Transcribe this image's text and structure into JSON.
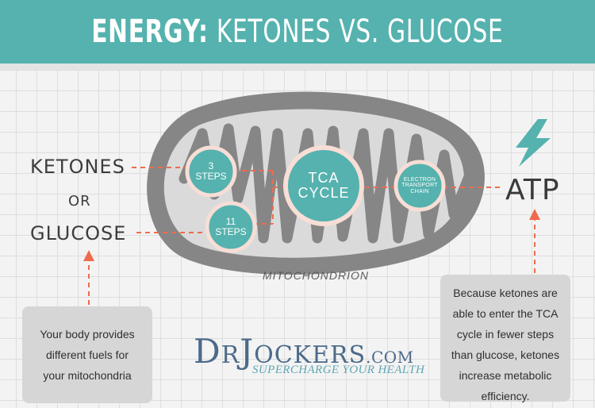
{
  "header": {
    "title_bold": "ENERGY:",
    "title_rest": "KETONES VS. GLUCOSE",
    "background_color": "#55b2ae"
  },
  "fuels": {
    "ketones": "KETONES",
    "or": "OR",
    "glucose": "GLUCOSE"
  },
  "mitochondrion": {
    "label": "MITOCHONDRION",
    "steps_3": [
      "3",
      "STEPS"
    ],
    "steps_11": [
      "11",
      "STEPS"
    ],
    "tca": [
      "TCA",
      "CYCLE"
    ],
    "etc": [
      "ELECTRON",
      "TRANSPORT",
      "CHAIN"
    ]
  },
  "output": {
    "atp": "ATP",
    "icon": "lightning-bolt-icon"
  },
  "notes": {
    "left": [
      "Your body provides",
      "different fuels for",
      "your mitochondria"
    ],
    "right": [
      "Because ketones are",
      "able to enter the TCA",
      "cycle in fewer steps",
      "than glucose, ketones",
      "increase metabolic",
      "efficiency."
    ]
  },
  "logo": {
    "d": "D",
    "r": "R",
    "j": "J",
    "ockers": "OCKERS",
    "com": ".COM",
    "tagline": "SUPERCHARGE YOUR HEALTH"
  },
  "colors": {
    "teal": "#55b2ae",
    "arrow": "#ef6b4e",
    "mito_gray": "#868686",
    "bubble_ring": "#f7ded6"
  }
}
